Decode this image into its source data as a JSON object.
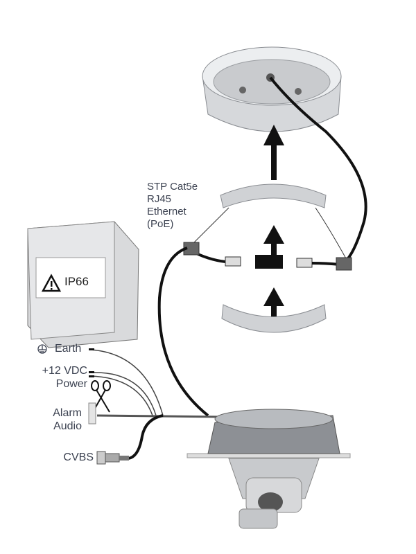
{
  "labels": {
    "cable": [
      "STP Cat5e",
      "RJ45",
      "Ethernet",
      "(PoE)"
    ],
    "earth": "Earth",
    "vdc": "+12 VDC",
    "power": "Power",
    "alarm": "Alarm",
    "audio": "Audio",
    "cvbs": "CVBS",
    "ip_rating": "IP66"
  }
}
